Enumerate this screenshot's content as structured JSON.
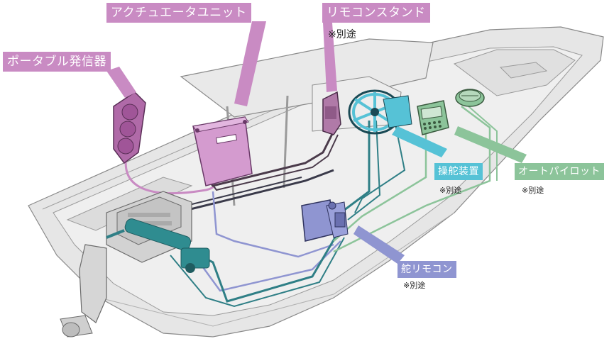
{
  "labels": {
    "actuator_unit": "アクチュエータユニット",
    "remote_stand": "リモコンスタンド",
    "portable_transmitter": "ポータブル発信器",
    "steering_device": "操舵装置",
    "autopilot": "オートパイロット",
    "rudder_remote": "舵リモコン"
  },
  "notes": {
    "remote_stand": "※別途",
    "steering_device": "※別途",
    "autopilot": "※別途",
    "rudder_remote": "※別途"
  },
  "colors": {
    "actuator_unit": "#c98bc3",
    "remote_stand": "#c98bc3",
    "portable_transmitter": "#c98bc3",
    "steering_device": "#56c2d6",
    "autopilot": "#8cc49a",
    "rudder_remote": "#8f95d1",
    "hull": "#e3e3e3",
    "hull_line": "#8a8a8a",
    "cable_dark": "#3a3a4a",
    "hydraulic": "#2f7f86"
  }
}
